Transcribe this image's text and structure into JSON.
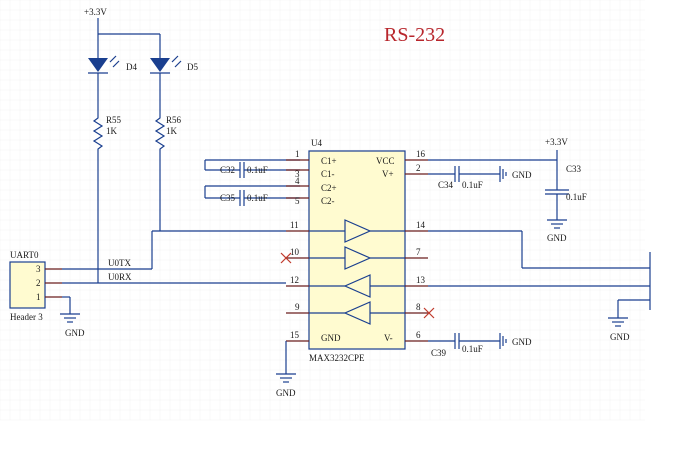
{
  "title": "RS-232",
  "power": {
    "top_supply": "+3.3V",
    "right_supply": "+3.3V"
  },
  "leds": [
    {
      "ref": "D4"
    },
    {
      "ref": "D5"
    }
  ],
  "resistors": [
    {
      "ref": "R55",
      "value": "1K"
    },
    {
      "ref": "R56",
      "value": "1K"
    }
  ],
  "ic": {
    "ref": "U4",
    "part": "MAX3232CPE",
    "pins_left": [
      {
        "num": "1",
        "name": "C1+"
      },
      {
        "num": "3",
        "name": "C1-"
      },
      {
        "num": "4",
        "name": "C2+"
      },
      {
        "num": "5",
        "name": "C2-"
      },
      {
        "num": "11",
        "name": ""
      },
      {
        "num": "10",
        "name": ""
      },
      {
        "num": "12",
        "name": ""
      },
      {
        "num": "9",
        "name": ""
      },
      {
        "num": "15",
        "name": "GND"
      }
    ],
    "pins_right": [
      {
        "num": "16",
        "name": "VCC"
      },
      {
        "num": "2",
        "name": "V+"
      },
      {
        "num": "14",
        "name": ""
      },
      {
        "num": "7",
        "name": ""
      },
      {
        "num": "13",
        "name": ""
      },
      {
        "num": "8",
        "name": ""
      },
      {
        "num": "6",
        "name": "V-"
      }
    ]
  },
  "capacitors": [
    {
      "ref": "C32",
      "value": "0.1uF"
    },
    {
      "ref": "C35",
      "value": "0.1uF"
    },
    {
      "ref": "C34",
      "value": "0.1uF"
    },
    {
      "ref": "C33",
      "value": "0.1uF"
    },
    {
      "ref": "C39",
      "value": "0.1uF"
    }
  ],
  "header": {
    "ref": "UART0",
    "part": "Header 3",
    "pins": [
      "3",
      "2",
      "1"
    ]
  },
  "nets": {
    "tx": "U0TX",
    "rx": "U0RX"
  },
  "gnd_label": "GND"
}
